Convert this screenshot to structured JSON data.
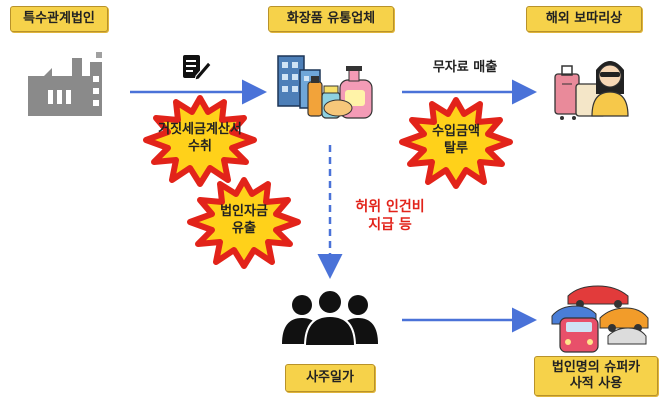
{
  "labels": {
    "special_entity": "특수관계법인",
    "distributor": "화장품 유통업체",
    "overseas_peddler": "해외 보따리상",
    "owner_family": "사주일가",
    "supercar_line1": "법인명의 슈퍼카",
    "supercar_line2": "사적 사용"
  },
  "edges": {
    "no_record_sales": "무자료 매출",
    "false_labor_line1": "허위 인건비",
    "false_labor_line2": "지급 등"
  },
  "bursts": {
    "fake_invoice_line1": "거짓세금계산서",
    "fake_invoice_line2": "수취",
    "import_evasion_line1": "수입금액",
    "import_evasion_line2": "탈루",
    "corporate_outflow_line1": "법인자금",
    "corporate_outflow_line2": "유출"
  },
  "icons": {
    "factory": "factory-icon",
    "document": "document-edit-icon",
    "cosmetics": "cosmetics-store-icon",
    "traveler": "traveler-luggage-icon",
    "group": "people-group-icon",
    "cars": "supercars-icon"
  },
  "colors": {
    "label_fill": "#f6d24a",
    "arrow": "#4a72d8",
    "burst_red": "#e2231a",
    "burst_yellow": "#ffd11a",
    "alert_text": "#e2231a"
  }
}
